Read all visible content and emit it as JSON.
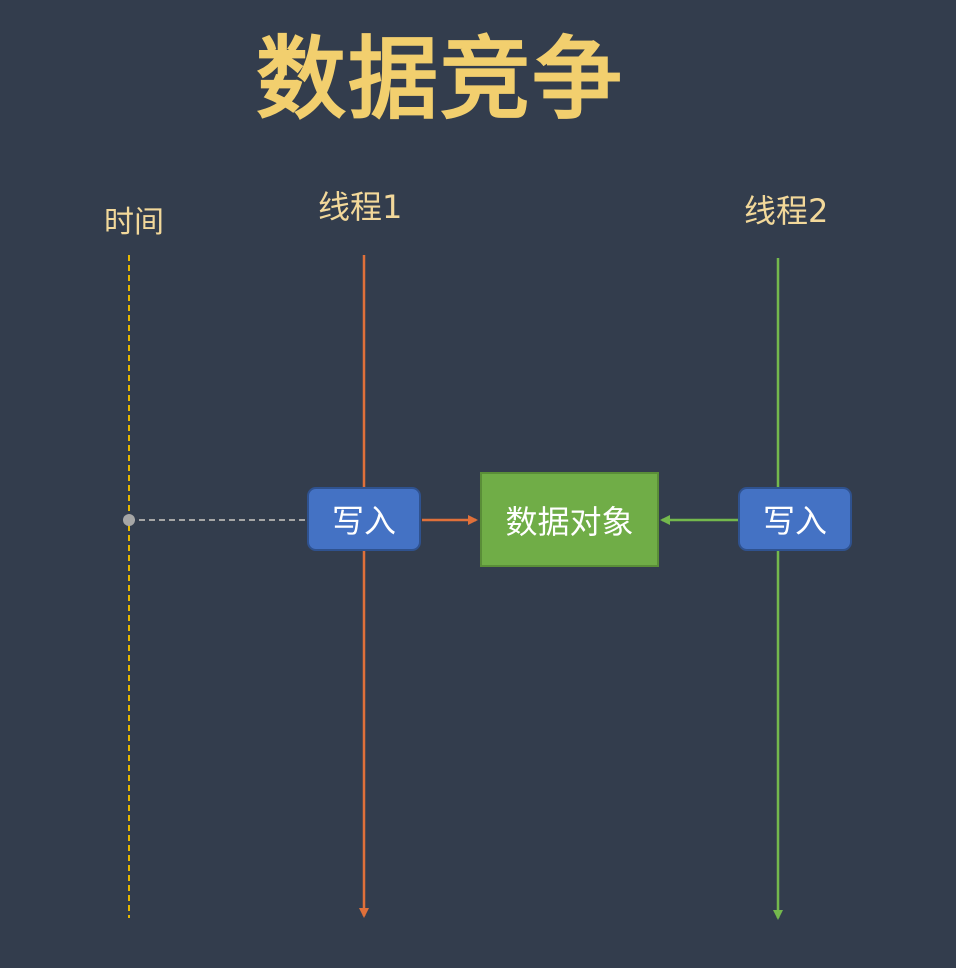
{
  "title": "数据竞争",
  "labels": {
    "time": "时间",
    "thread1": "线程1",
    "thread2": "线程2"
  },
  "boxes": {
    "thread1_write": "写入",
    "thread2_write": "写入",
    "data_object": "数据对象"
  },
  "colors": {
    "background": "#333d4d",
    "title": "#f2cf6e",
    "label": "#f2d89a",
    "time_axis": "#e6b800",
    "thread1": "#e0703a",
    "thread2": "#74b84d",
    "write_box": "#4472c4",
    "data_object": "#70ad47",
    "connector": "#a6a6a6"
  }
}
